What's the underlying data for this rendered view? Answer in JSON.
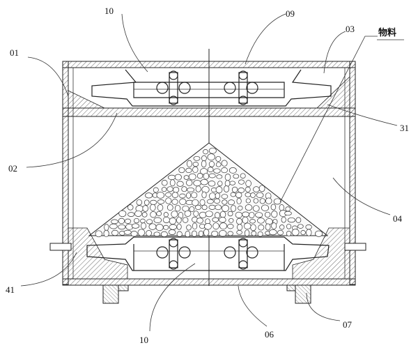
{
  "diagram": {
    "labels": {
      "part_01": "01",
      "part_02": "02",
      "part_03": "03",
      "part_04": "04",
      "part_06": "06",
      "part_07": "07",
      "part_09": "09",
      "part_10_top": "10",
      "part_10_bottom": "10",
      "part_31": "31",
      "part_41": "41",
      "material": "物料"
    }
  }
}
